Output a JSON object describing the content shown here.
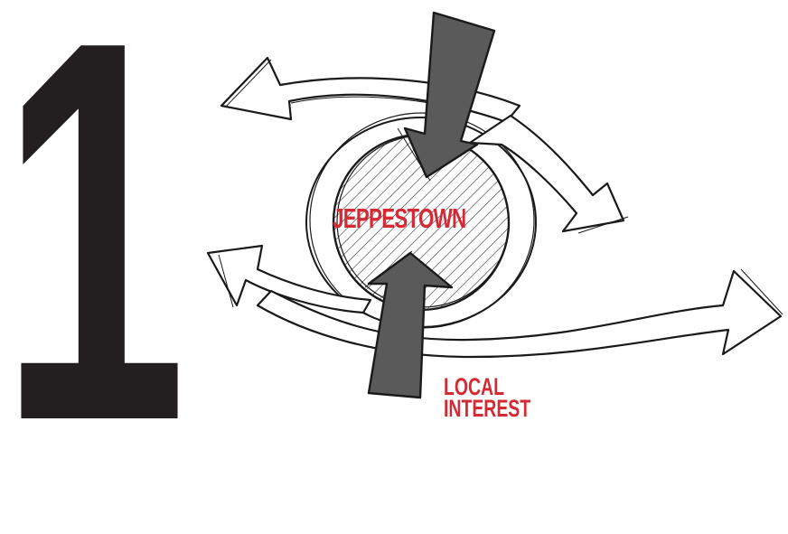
{
  "big_number": "1",
  "center_label": "JEPPESTOWN",
  "secondary_label": {
    "line1": "LOCAL",
    "line2": "INTEREST"
  },
  "colors": {
    "number": "#231f20",
    "label": "#d42a36",
    "arrow_fill": "#5a5a5a",
    "ink": "#1a1a1a"
  }
}
